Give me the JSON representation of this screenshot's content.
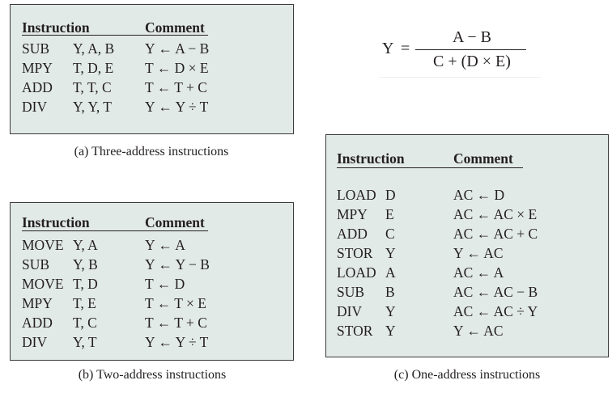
{
  "formula": {
    "lhs": "Y",
    "equals": "=",
    "numerator": "A − B",
    "denominator": "C + (D × E)"
  },
  "tables": {
    "a": {
      "header": {
        "instruction": "Instruction",
        "comment": "Comment"
      },
      "rows": [
        {
          "op": "SUB",
          "operands": "Y, A, B",
          "comment": "Y ← A − B"
        },
        {
          "op": "MPY",
          "operands": "T, D, E",
          "comment": "T ← D × E"
        },
        {
          "op": "ADD",
          "operands": "T, T, C",
          "comment": "T ← T + C"
        },
        {
          "op": "DIV",
          "operands": "Y, Y, T",
          "comment": "Y ← Y ÷ T"
        }
      ],
      "caption": "(a) Three-address instructions"
    },
    "b": {
      "header": {
        "instruction": "Instruction",
        "comment": "Comment"
      },
      "rows": [
        {
          "op": "MOVE",
          "operands": "Y, A",
          "comment": "Y ← A"
        },
        {
          "op": "SUB",
          "operands": "Y, B",
          "comment": "Y ← Y − B"
        },
        {
          "op": "MOVE",
          "operands": "T, D",
          "comment": "T ← D"
        },
        {
          "op": "MPY",
          "operands": "T, E",
          "comment": "T ← T × E"
        },
        {
          "op": "ADD",
          "operands": "T, C",
          "comment": "T ← T + C"
        },
        {
          "op": "DIV",
          "operands": "Y, T",
          "comment": "Y ← Y ÷ T"
        }
      ],
      "caption": "(b) Two-address instructions"
    },
    "c": {
      "header": {
        "instruction": "Instruction",
        "comment": "Comment"
      },
      "rows": [
        {
          "op": "LOAD",
          "operands": "D",
          "comment": "AC ← D"
        },
        {
          "op": "MPY",
          "operands": "E",
          "comment": "AC ← AC × E"
        },
        {
          "op": "ADD",
          "operands": "C",
          "comment": "AC ← AC + C"
        },
        {
          "op": "STOR",
          "operands": "Y",
          "comment": "Y ← AC"
        },
        {
          "op": "LOAD",
          "operands": "A",
          "comment": "AC ← A"
        },
        {
          "op": "SUB",
          "operands": "B",
          "comment": "AC ← AC − B"
        },
        {
          "op": "DIV",
          "operands": "Y",
          "comment": "AC ← AC ÷ Y"
        },
        {
          "op": "STOR",
          "operands": "Y",
          "comment": "Y ← AC"
        }
      ],
      "caption": "(c) One-address instructions"
    }
  }
}
